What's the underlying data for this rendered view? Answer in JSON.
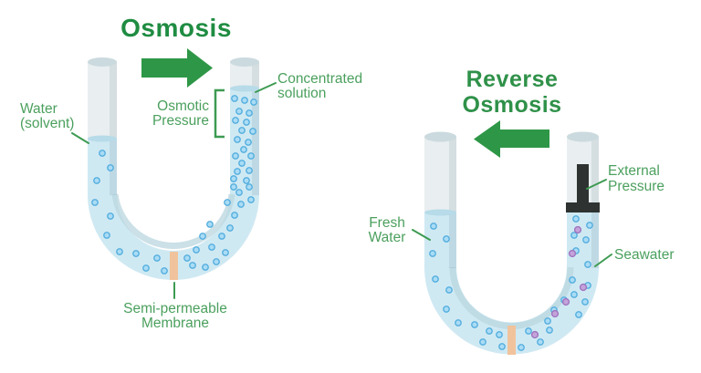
{
  "background": "#ffffff",
  "colors": {
    "title_green_dark": "#1f8c42",
    "title_green": "#2f9149",
    "arrow_green": "#2e9747",
    "label_green": "#4ba05e",
    "pointer_green": "#3d9b52",
    "glass": "#e9eef0",
    "glass_rim": "#cbdade",
    "water_blue": "#cfe9f3",
    "water_surface": "#b7dbe8",
    "membrane_peach": "#f1c39c",
    "piston_black": "#2e3331",
    "bubble_blue_fill": "#aadcf5",
    "bubble_blue_stroke": "#54aede",
    "bubble_purple_fill": "#c4a3d9",
    "bubble_purple_stroke": "#9f74c0"
  },
  "osmosis": {
    "title": "Osmosis",
    "arrow_direction": "right",
    "labels": {
      "water": [
        "Water",
        "(solvent)"
      ],
      "osmotic_pressure": [
        "Osmotic",
        "Pressure"
      ],
      "concentrated": [
        "Concentrated",
        "solution"
      ],
      "membrane": [
        "Semi-permeable",
        "Membrane"
      ]
    }
  },
  "reverse_osmosis": {
    "title": [
      "Reverse",
      "Osmosis"
    ],
    "arrow_direction": "left",
    "labels": {
      "fresh_water": [
        "Fresh",
        "Water"
      ],
      "external_pressure": [
        "External",
        "Pressure"
      ],
      "seawater": "Seawater"
    }
  }
}
